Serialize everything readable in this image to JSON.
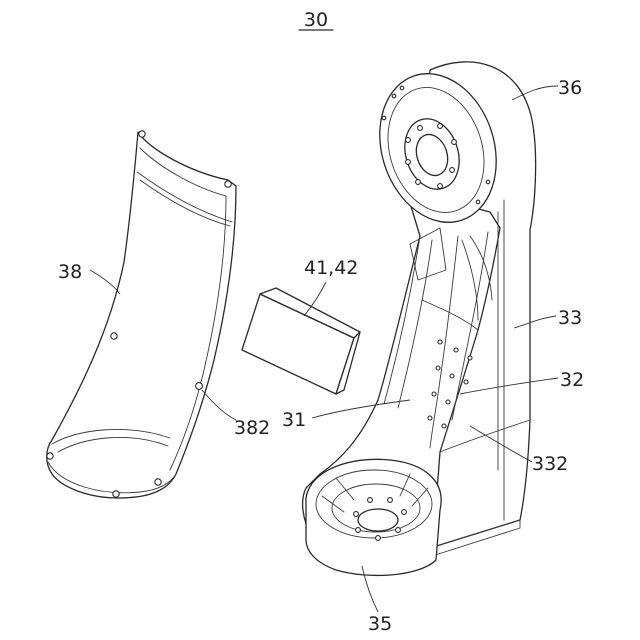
{
  "figure": {
    "number": "30",
    "labels": {
      "base": "35",
      "arm_body": "33",
      "rear_cap": "36",
      "inner_cavity": "31",
      "inner_wall": "32",
      "wall_holes": "332",
      "cover": "38",
      "cover_fastener": "382",
      "module": "41,42"
    }
  }
}
